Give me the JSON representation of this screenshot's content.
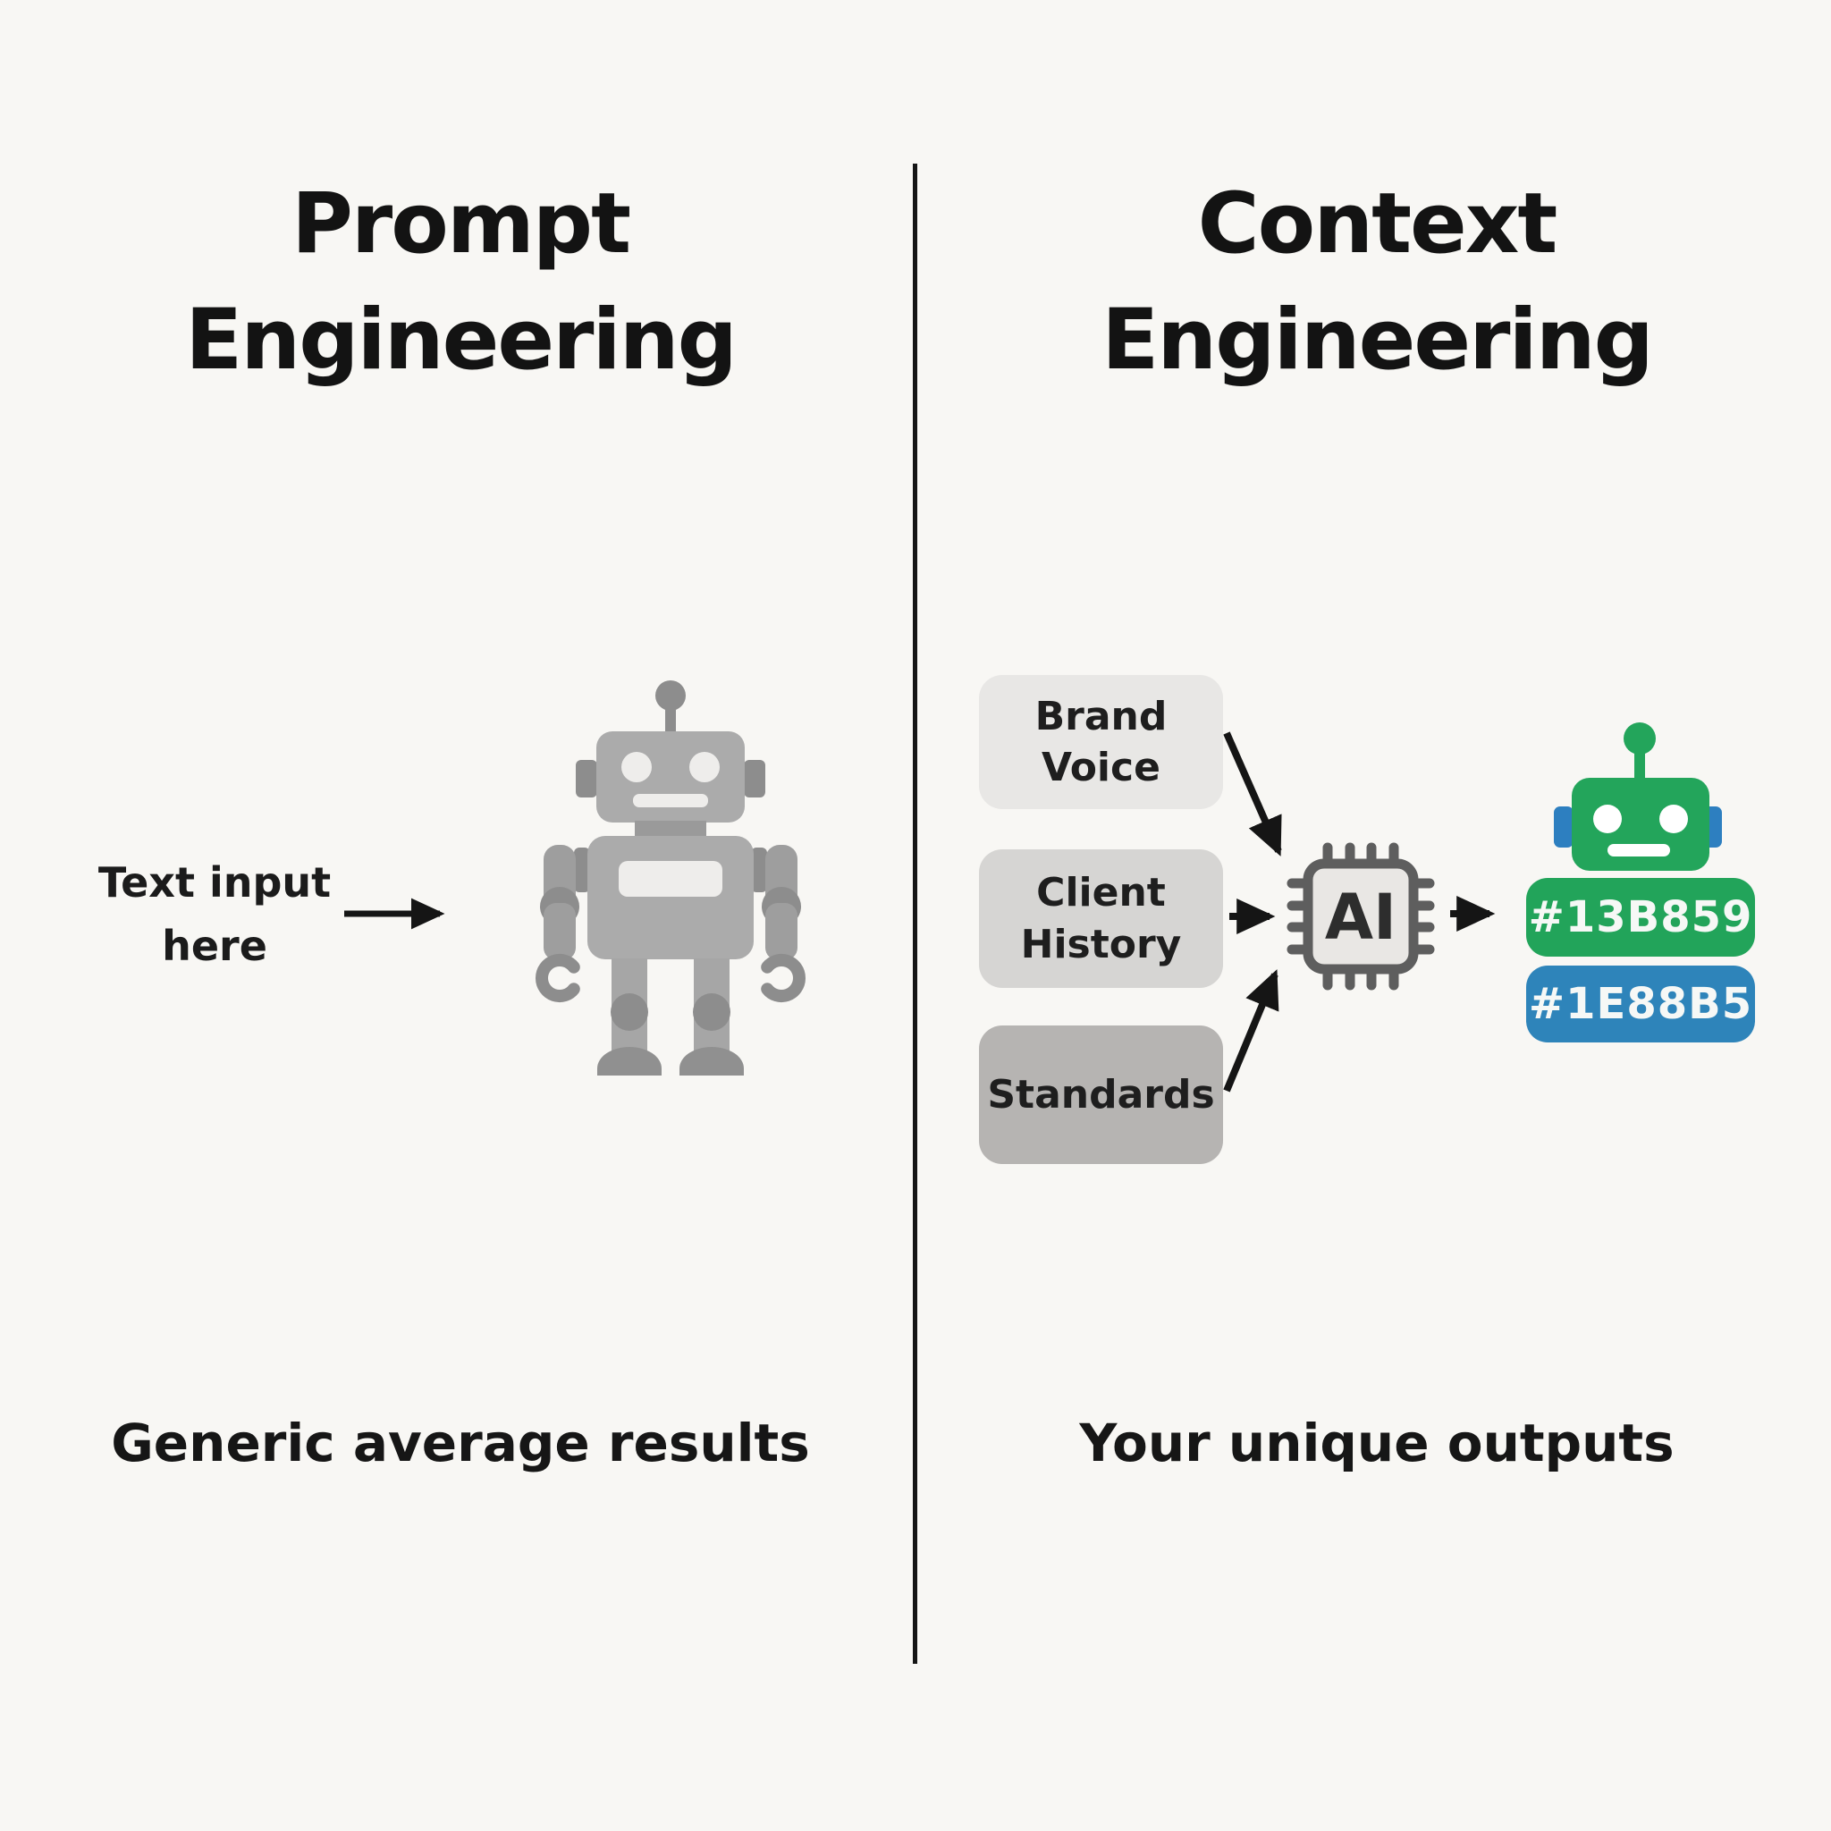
{
  "page": {
    "background": "#f8f7f4",
    "divider_color": "#151515",
    "arrow_color": "#151515"
  },
  "left_panel": {
    "title": "Prompt\nEngineering",
    "input_label": "Text input\nhere",
    "caption": "Generic average results",
    "robot_colors": {
      "body": "#ababab",
      "dark_parts": "#8d8d8d",
      "face_parts": "#eeedeb"
    }
  },
  "right_panel": {
    "title": "Context\nEngineering",
    "input_boxes": [
      {
        "label": "Brand\nVoice",
        "bg": "#e8e7e5"
      },
      {
        "label": "Client\nHistory",
        "bg": "#d6d5d3"
      },
      {
        "label": "Standards",
        "bg": "#b6b4b2"
      }
    ],
    "chip": {
      "label": "AI",
      "border": "#5e5e5e",
      "fill": "#e9e7e4",
      "text_color": "#2d2d2d"
    },
    "output_badges": [
      {
        "label": "#13B859",
        "bg": "#22a45a"
      },
      {
        "label": "#1E88B5",
        "bg": "#2e84ba"
      }
    ],
    "robot_colors": {
      "head": "#23a55b",
      "ears": "#2d7fc0",
      "face_parts": "#ffffff"
    },
    "caption": "Your unique outputs"
  }
}
